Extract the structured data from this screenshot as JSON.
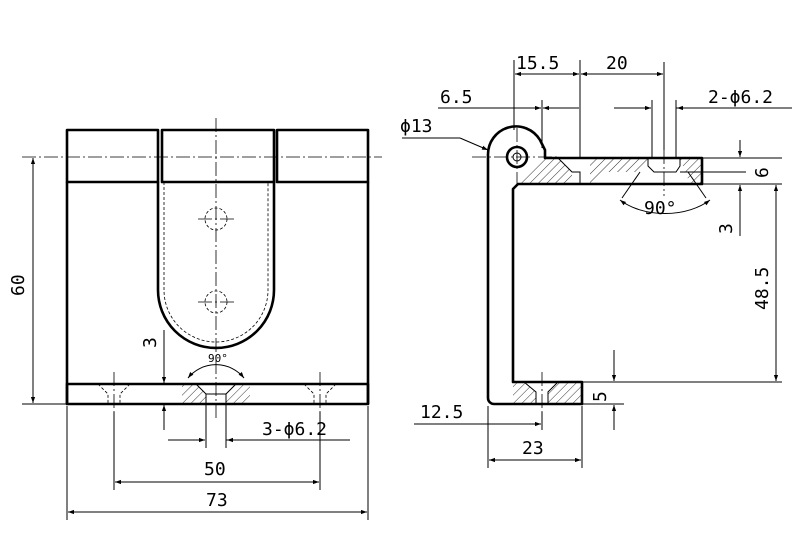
{
  "front_view": {
    "dim_width": "73",
    "dim_hole_spacing": "50",
    "dim_holes": "3-ϕ6.2",
    "dim_height": "60",
    "dim_counterbore_depth": "3",
    "dim_countersink_angle": "90°"
  },
  "side_view": {
    "dim_pin_diameter": "ϕ13",
    "dim_offset_a": "6.5",
    "dim_offset_b": "15.5",
    "dim_hole_gap": "20",
    "dim_holes": "2-ϕ6.2",
    "dim_leaf_thickness": "6",
    "dim_countersink_depth": "3",
    "dim_countersink_angle": "90°",
    "dim_height": "48.5",
    "dim_bottom_thickness": "5",
    "dim_bottom_offset": "12.5",
    "dim_bottom_length": "23"
  }
}
